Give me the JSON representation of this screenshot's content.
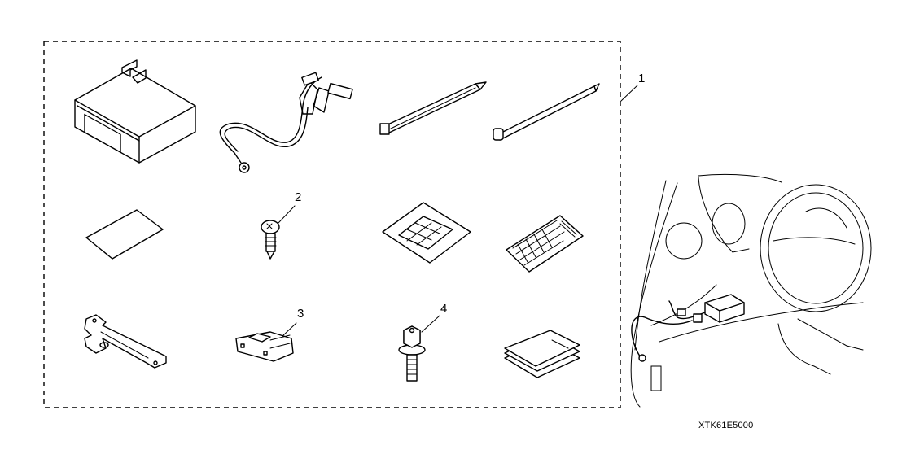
{
  "diagram": {
    "title_code": "XTK61E5000",
    "kit_callout": "1",
    "callouts": [
      {
        "id": "2",
        "part": "tapping-screw"
      },
      {
        "id": "3",
        "part": "connector-cover"
      },
      {
        "id": "4",
        "part": "flange-bolt"
      }
    ],
    "kit_parts": [
      "control-unit",
      "wire-harness",
      "cable-tie-wide",
      "cable-tie",
      "cleaning-pad",
      "tapping-screw",
      "cushion-tape",
      "label-sheet",
      "mounting-bracket",
      "connector-cover",
      "flange-bolt",
      "installation-instructions"
    ],
    "installation_view": "under-dash-installation",
    "colors": {
      "line": "#000000",
      "background": "#ffffff"
    }
  }
}
